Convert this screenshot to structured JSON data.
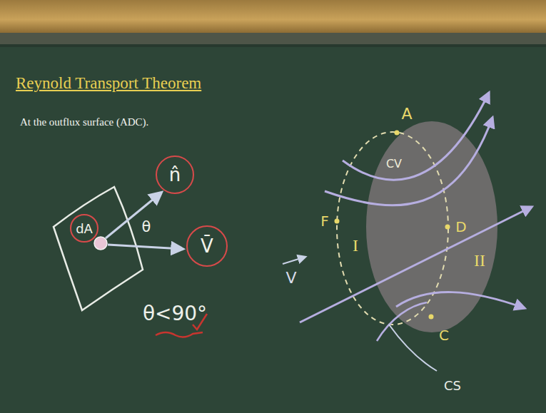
{
  "diagram": {
    "title": "Reynold Transport Theorem",
    "nodes": [
      {
        "text": [
          "dA"
        ]
      },
      {
        "text": [
          "n̂"
        ]
      },
      {
        "text": [
          "V̄"
        ]
      }
    ],
    "labels": [
      "At the outflux surface (ADC).",
      "θ",
      "θ<90°",
      "A",
      "CV",
      "F",
      "D",
      "I",
      "II",
      "V",
      "C",
      "CS"
    ]
  }
}
